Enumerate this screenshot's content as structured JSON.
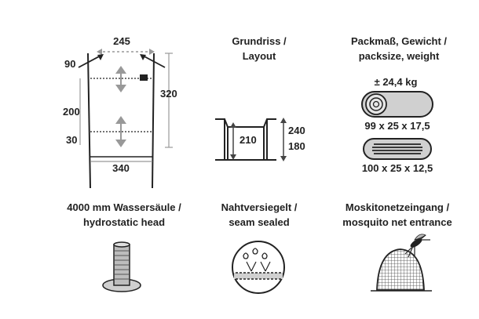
{
  "floorplan": {
    "width_top": "245",
    "vestibule_side": "90",
    "total_length": "320",
    "inner_length": "200",
    "vestibule_end": "30",
    "width_bottom": "340"
  },
  "layout": {
    "title_line1": "Grundriss /",
    "title_line2": "Layout",
    "inner_height": "210",
    "outer_height_top": "240",
    "outer_height_bottom": "180"
  },
  "packsize": {
    "title_line1": "Packmaß, Gewicht /",
    "title_line2": "packsize, weight",
    "weight": "± 24,4 kg",
    "pack1_dims": "99 x 25 x 17,5",
    "pack2_dims": "100 x 25 x 12,5"
  },
  "hydrostatic": {
    "line1": "4000 mm Wassersäule /",
    "line2": "hydrostatic head"
  },
  "seams": {
    "line1": "Nahtversiegelt /",
    "line2": "seam sealed"
  },
  "mosquito": {
    "line1": "Moskitonetzeingang /",
    "line2": "mosquito net entrance"
  },
  "colors": {
    "ink": "#222222",
    "dash": "#999999",
    "fill_gray": "#cccccc"
  }
}
